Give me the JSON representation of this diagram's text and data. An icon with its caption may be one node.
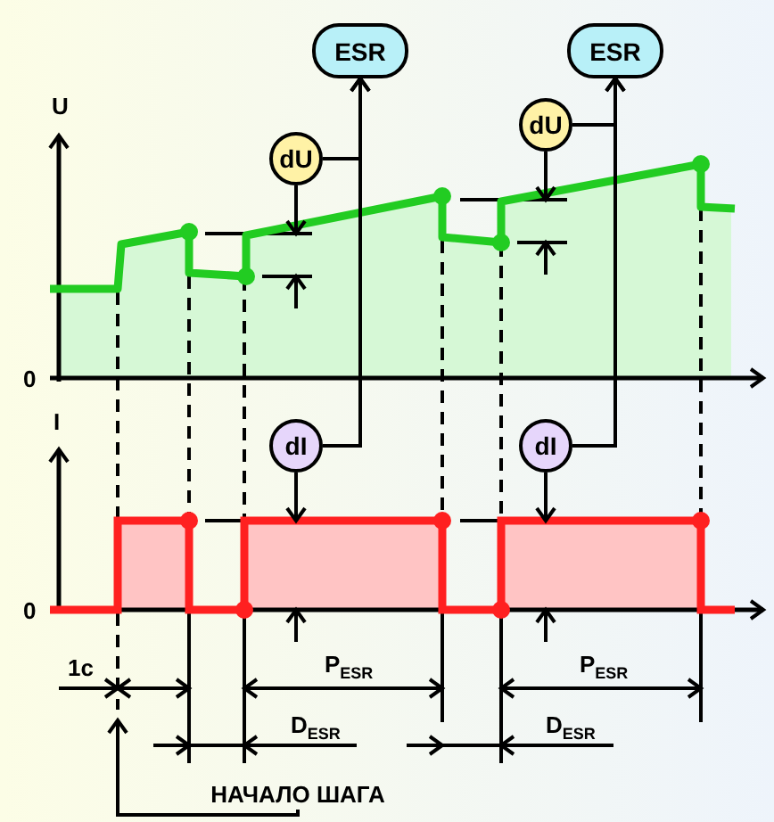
{
  "diagram": {
    "nodes": [
      {
        "text": [
          "ESR"
        ]
      },
      {
        "text": [
          "ESR"
        ]
      },
      {
        "text": [
          "dU"
        ]
      },
      {
        "text": [
          "dU"
        ]
      },
      {
        "text": [
          "dI"
        ]
      },
      {
        "text": [
          "dI"
        ]
      },
      {
        "text": [
          "НАЧАЛО ШАГА"
        ]
      }
    ],
    "edges": [
      {
        "from": 2,
        "to": 0,
        "arrow": "to"
      },
      {
        "from": 4,
        "to": 0,
        "arrow": "to"
      },
      {
        "from": 3,
        "to": 1,
        "arrow": "to"
      },
      {
        "from": 5,
        "to": 1,
        "arrow": "to"
      },
      {
        "from": 6,
        "to": null,
        "arrow": "to"
      }
    ],
    "labels": [
      "U",
      "0",
      "I",
      "0",
      "1с",
      "P$_{ESR}$",
      "P$_{ESR}$",
      "D$_{ESR}$",
      "D$_{ESR}$"
    ]
  }
}
